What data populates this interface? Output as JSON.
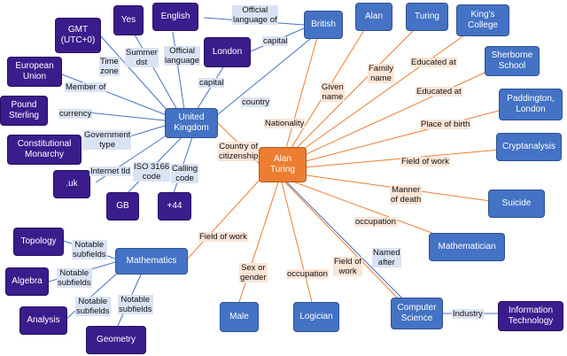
{
  "colors": {
    "blue_node": "#4472c4",
    "purple_node": "#3b1c8c",
    "orange_node": "#ed7d31",
    "blue_edge": "#4472c4",
    "orange_edge": "#ed7d31",
    "blue_label_bg": "#dae3f3",
    "orange_label_bg": "#fbe5d6"
  },
  "nodes": {
    "alan_turing": "Alan\nTuring",
    "united_kingdom": "United\nKingdom",
    "british": "British",
    "alan": "Alan",
    "turing": "Turing",
    "kings_college": "King's\nCollege",
    "sherborne_school": "Sherborne\nSchool",
    "paddington_london": "Paddington,\nLondon",
    "cryptanalysis": "Cryptanalysis",
    "suicide": "Suicide",
    "mathematician": "Mathematician",
    "computer_science": "Computer\nScience",
    "information_technology": "Information\nTechnology",
    "logician": "Logician",
    "male": "Male",
    "mathematics": "Mathematics",
    "topology": "Topology",
    "algebra": "Algebra",
    "analysis": "Analysis",
    "geometry": "Geometry",
    "gmt": "GMT\n(UTC+0)",
    "yes": "Yes",
    "english": "English",
    "london": "London",
    "european_union": "European\nUnion",
    "pound_sterling": "Pound\nSterling",
    "constitutional_monarchy": "Constitutional\nMonarchy",
    "uk_tld": ".uk",
    "gb": "GB",
    "plus44": "+44"
  },
  "edge_labels": {
    "nationality": "Nationality",
    "given_name": "Given\nname",
    "family_name": "Family\nname",
    "educated_at_1": "Educated at",
    "educated_at_2": "Educated at",
    "place_of_birth": "Place of birth",
    "field_of_work_1": "Field of work",
    "manner_of_death": "Manner\nof death",
    "occupation_1": "occupation",
    "named_after": "Named\nafter",
    "field_of_work_2": "Field of\nwork",
    "occupation_2": "occupation",
    "sex_or_gender": "Sex or\ngender",
    "field_of_work_3": "Field of work",
    "country_of_citizenship": "Country of\ncitizenship",
    "industry": "Industry",
    "notable_subfields_1": "Notable\nsubfields",
    "notable_subfields_2": "Notable\nsubfields",
    "notable_subfields_3": "Notable\nsubfields",
    "notable_subfields_4": "Notable\nsubfields",
    "official_language_british": "Official\nlanguage of",
    "capital_british": "capital",
    "country": "country",
    "time_zone": "Time\nzone",
    "summer_dst": "Summer\ndst",
    "official_language": "Official\nlanguage",
    "capital": "capital",
    "member_of": "Member of",
    "currency": "currency",
    "government_type": "Government\ntype",
    "internet_tld": "Internet tld",
    "iso_3166_code": "ISO 3166\ncode",
    "calling_code": "Calling\ncode"
  }
}
